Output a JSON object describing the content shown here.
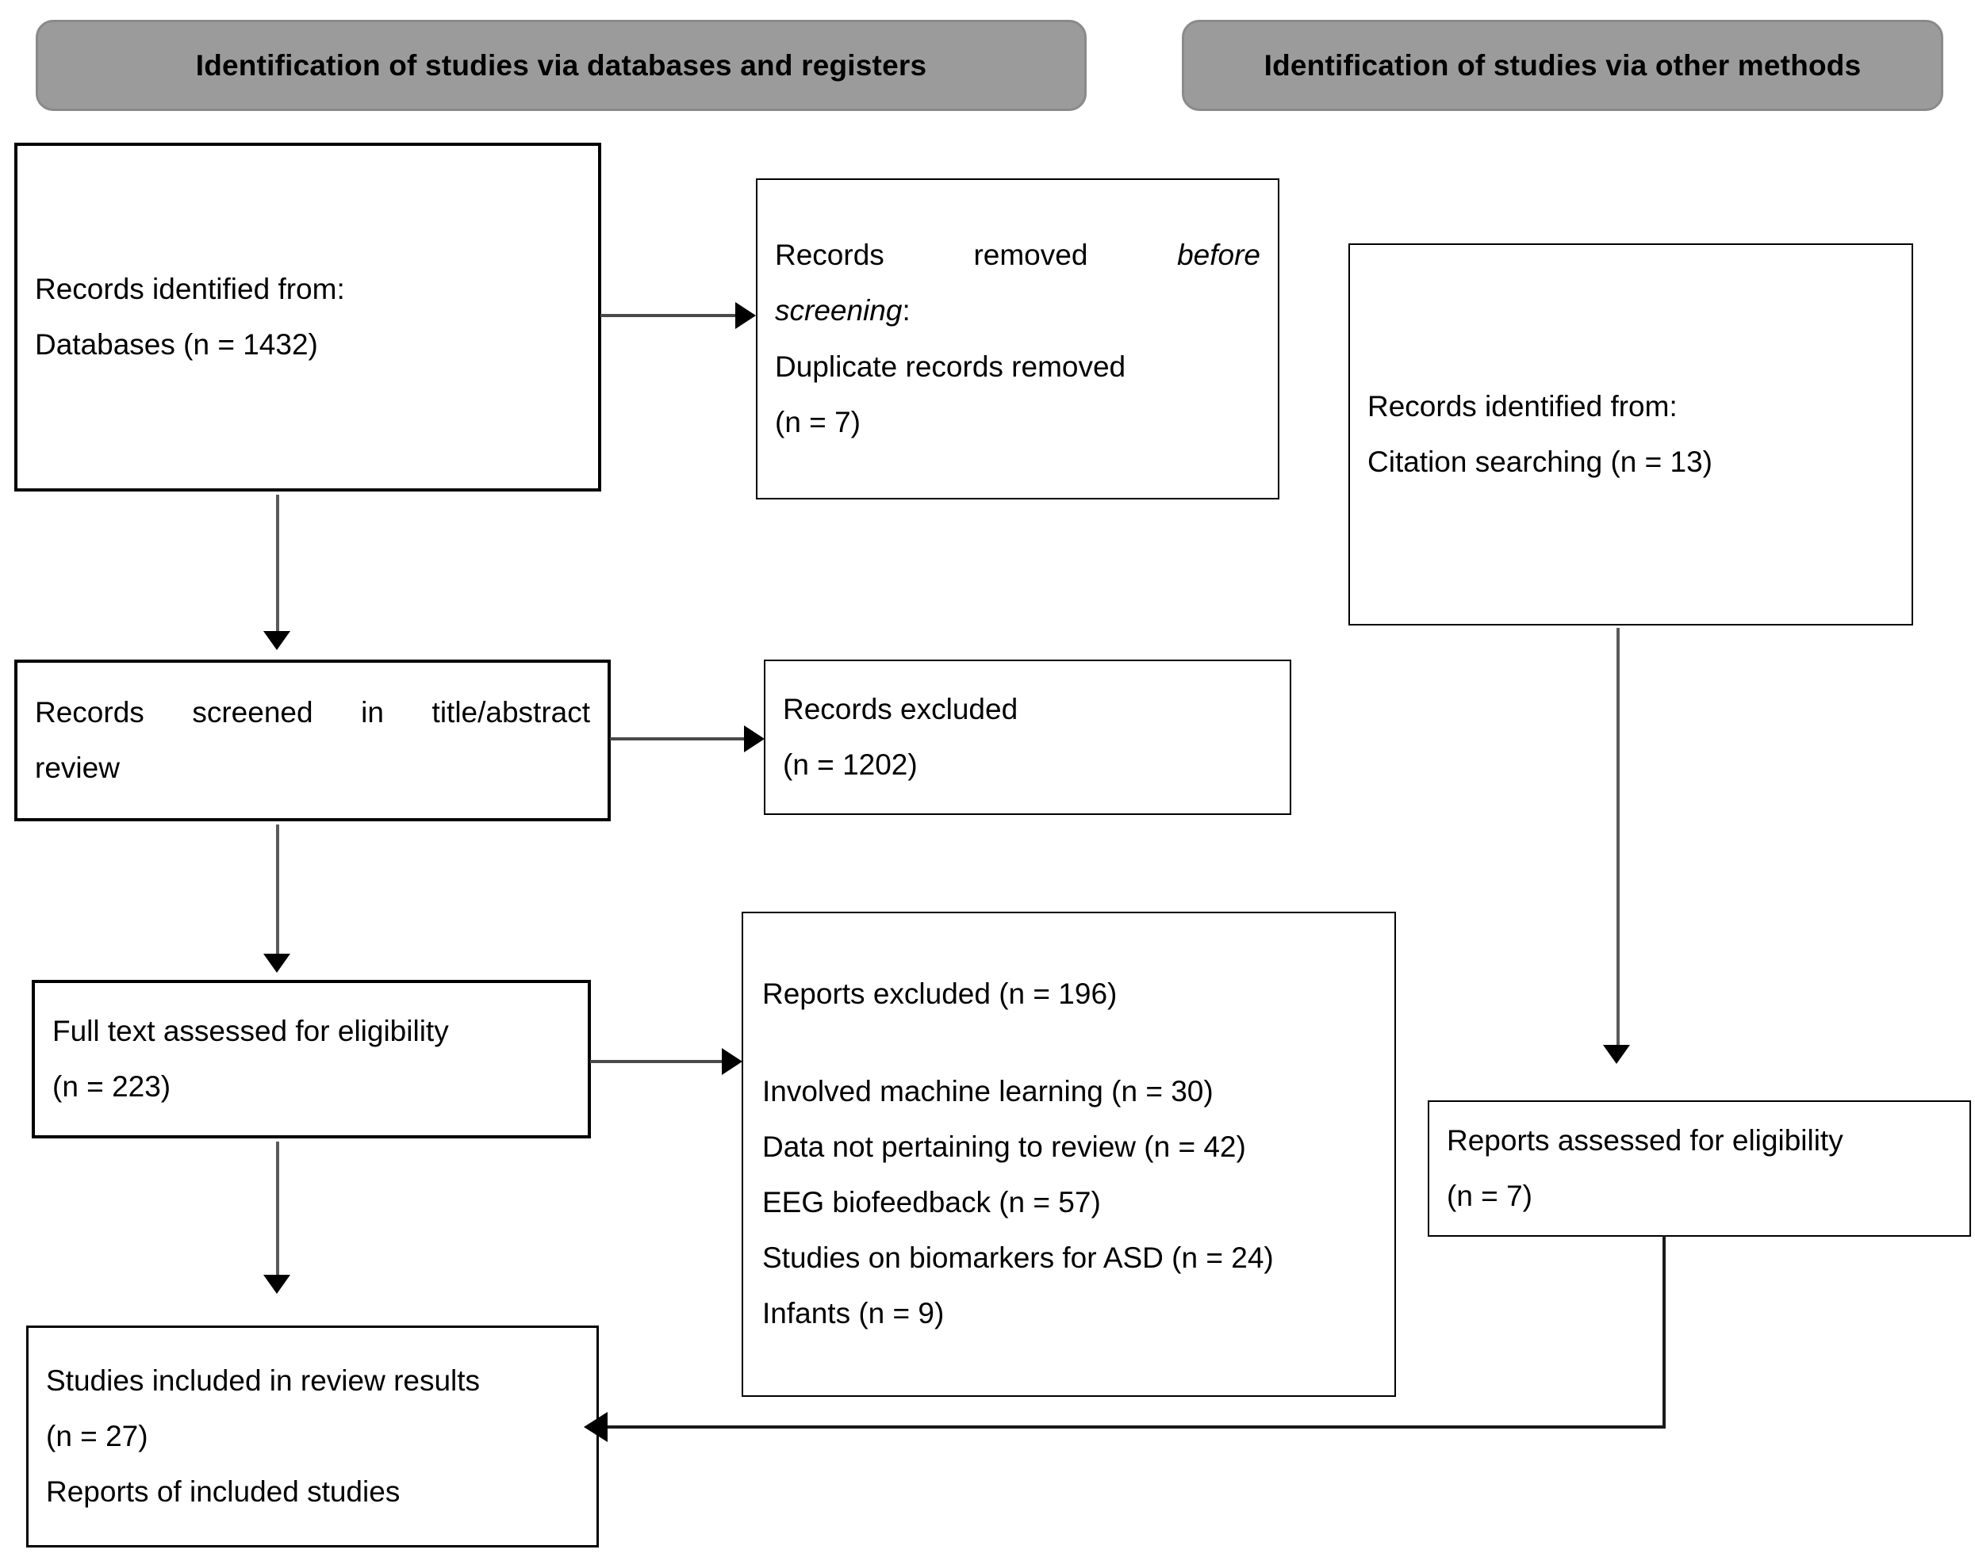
{
  "diagram": {
    "title": "PRISMA 2020 flow diagram",
    "type": "prisma-flow-diagram",
    "colors": {
      "banner_fill": "#9b9b9b",
      "banner_border": "#8a8a8a",
      "box_border": "#000000",
      "box_fill": "#ffffff",
      "connector": "#4a4a4a",
      "arrowhead": "#000000",
      "text": "#000000"
    }
  },
  "headers": {
    "left": "Identification of studies via databases and registers",
    "right": "Identification of studies via other methods"
  },
  "boxes": {
    "records_identified_databases": {
      "line1": "Records identified from:",
      "line2": "Databases (n = 1432)",
      "n": 1432
    },
    "records_removed": {
      "line1_a": "Records",
      "line1_b": "removed",
      "line1_c": "before",
      "line2": "screening",
      "line2_suffix": ":",
      "line3": "Duplicate records removed",
      "line4": "(n = 7)",
      "n": 7
    },
    "records_identified_citation": {
      "line1": "Records identified from:",
      "line2": "Citation searching (n = 13)",
      "n": 13
    },
    "records_screened": {
      "line1_a": "Records",
      "line1_b": "screened",
      "line1_c": "in",
      "line1_d": "title/abstract",
      "line2": "review"
    },
    "records_excluded": {
      "line1": "Records excluded",
      "line2": "(n = 1202)",
      "n": 1202
    },
    "full_text_assessed": {
      "line1": "Full text assessed for eligibility",
      "line2": "(n = 223)",
      "n": 223
    },
    "reports_excluded": {
      "heading": "Reports excluded (n = 196)",
      "n": 196,
      "reasons": [
        "Involved machine learning (n = 30)",
        "Data not pertaining to review (n = 42)",
        "EEG biofeedback  (n = 57)",
        "Studies on biomarkers for ASD (n = 24)",
        "Infants  (n = 9)"
      ]
    },
    "reports_assessed": {
      "line1": "Reports assessed for eligibility",
      "line2": "(n = 7)",
      "n": 7
    },
    "studies_included": {
      "line1": "Studies included in review results",
      "line2": "(n = 27)",
      "line3": "Reports of included studies",
      "n": 27
    }
  },
  "chart_data": {
    "type": "diagram",
    "title": "PRISMA flow of study selection",
    "nodes": [
      {
        "id": "records_identified_databases",
        "stage": "Identification",
        "column": "databases",
        "label": "Records identified from: Databases (n = 1432)",
        "n": 1432
      },
      {
        "id": "records_removed",
        "stage": "Identification",
        "column": "databases-exclusion",
        "label": "Records removed before screening: Duplicate records removed (n = 7)",
        "n": 7
      },
      {
        "id": "records_identified_citation",
        "stage": "Identification",
        "column": "other-methods",
        "label": "Records identified from: Citation searching (n = 13)",
        "n": 13
      },
      {
        "id": "records_screened",
        "stage": "Screening",
        "column": "databases",
        "label": "Records screened in title/abstract review",
        "n": null
      },
      {
        "id": "records_excluded",
        "stage": "Screening",
        "column": "databases-exclusion",
        "label": "Records excluded (n = 1202)",
        "n": 1202
      },
      {
        "id": "full_text_assessed",
        "stage": "Eligibility",
        "column": "databases",
        "label": "Full text assessed for eligibility (n = 223)",
        "n": 223
      },
      {
        "id": "reports_excluded",
        "stage": "Eligibility",
        "column": "databases-exclusion",
        "label": "Reports excluded (n = 196)",
        "n": 196
      },
      {
        "id": "reports_assessed",
        "stage": "Eligibility",
        "column": "other-methods",
        "label": "Reports assessed for eligibility (n = 7)",
        "n": 7
      },
      {
        "id": "studies_included",
        "stage": "Included",
        "column": "databases",
        "label": "Studies included in review results (n = 27); Reports of included studies",
        "n": 27
      }
    ],
    "edges": [
      {
        "from": "records_identified_databases",
        "to": "records_removed",
        "direction": "right"
      },
      {
        "from": "records_identified_databases",
        "to": "records_screened",
        "direction": "down"
      },
      {
        "from": "records_screened",
        "to": "records_excluded",
        "direction": "right"
      },
      {
        "from": "records_screened",
        "to": "full_text_assessed",
        "direction": "down"
      },
      {
        "from": "full_text_assessed",
        "to": "reports_excluded",
        "direction": "right"
      },
      {
        "from": "full_text_assessed",
        "to": "studies_included",
        "direction": "down"
      },
      {
        "from": "records_identified_citation",
        "to": "reports_assessed",
        "direction": "down"
      },
      {
        "from": "reports_assessed",
        "to": "studies_included",
        "direction": "elbow-left"
      }
    ],
    "exclusion_breakdown": {
      "categories": [
        "Involved machine learning",
        "Data not pertaining to review",
        "EEG biofeedback",
        "Studies on biomarkers for ASD",
        "Infants"
      ],
      "values": [
        30,
        42,
        57,
        24,
        9
      ],
      "total": 196
    }
  }
}
